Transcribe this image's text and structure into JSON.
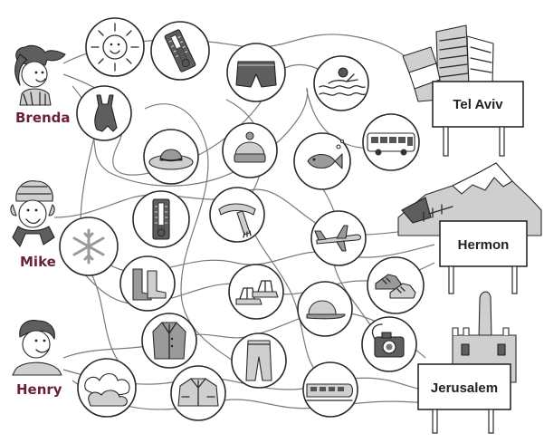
{
  "children": [
    {
      "name": "Brenda"
    },
    {
      "name": "Mike"
    },
    {
      "name": "Henry"
    }
  ],
  "destinations": [
    {
      "name": "Tel Aviv"
    },
    {
      "name": "Hermon"
    },
    {
      "name": "Jerusalem"
    }
  ],
  "colors": {
    "name_text": "#6b2040",
    "ink": "#2a2a2a",
    "path": "#7a7a7a"
  },
  "icons": [
    "sun-icon",
    "thermometer-icon",
    "swimsuit-icon",
    "shorts-icon",
    "swimmer-icon",
    "fish-icon",
    "bus-icon",
    "sun-hat-icon",
    "wool-hat-icon",
    "thermometer-cold-icon",
    "scarf-icon",
    "snowflake-icon",
    "boots-icon",
    "sandals-icon",
    "airplane-icon",
    "sneakers-icon",
    "cap-icon",
    "coat-icon",
    "camera-icon",
    "jeans-icon",
    "jacket-icon",
    "clouds-icon",
    "train-icon"
  ]
}
